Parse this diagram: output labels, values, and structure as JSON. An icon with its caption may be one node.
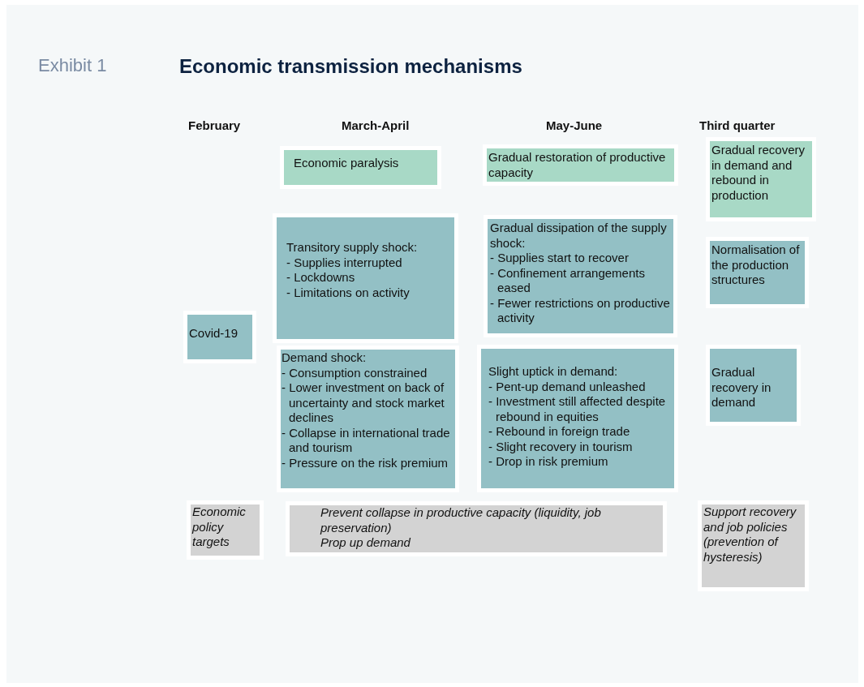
{
  "diagram": {
    "title": "Economic transmission mechanisms",
    "nodes": [
      {
        "text": [
          "Economic paralysis"
        ]
      },
      {
        "text": [
          "Gradual restoration of productive capacity"
        ]
      },
      {
        "text": [
          "Gradual recovery in demand and rebound in production"
        ]
      },
      {
        "text": [
          "Transitory supply shock:",
          "- Supplies interrupted",
          "- Lockdowns",
          "- Limitations on activity"
        ]
      },
      {
        "text": [
          "Gradual dissipation of the supply shock:",
          "- Supplies start to recover",
          "- Confinement arrangements eased",
          "- Fewer restrictions on productive activity"
        ]
      },
      {
        "text": [
          "Normalisation of the production structures"
        ]
      },
      {
        "text": [
          "Covid-19"
        ]
      },
      {
        "text": [
          "Demand shock:",
          "- Consumption constrained",
          "- Lower investment on back of uncertainty and stock market declines",
          "- Collapse in international trade and tourism",
          "- Pressure on the risk premium"
        ]
      },
      {
        "text": [
          "Slight uptick in demand:",
          "- Pent-up demand unleashed",
          "- Investment still affected despite rebound in equities",
          "- Rebound in foreign trade",
          "- Slight recovery in tourism",
          "- Drop in risk premium"
        ]
      },
      {
        "text": [
          "Gradual recovery in demand"
        ]
      },
      {
        "text": [
          "Economic policy targets"
        ]
      },
      {
        "text": [
          "Prevent collapse in productive capacity (liquidity, job preservation)",
          "Prop up demand"
        ]
      },
      {
        "text": [
          "Support recovery and job policies (prevention of hysteresis)"
        ]
      }
    ],
    "edges": [],
    "labels": [
      "Exhibit 1",
      "February",
      "March-April",
      "May-June",
      "Third quarter"
    ]
  }
}
